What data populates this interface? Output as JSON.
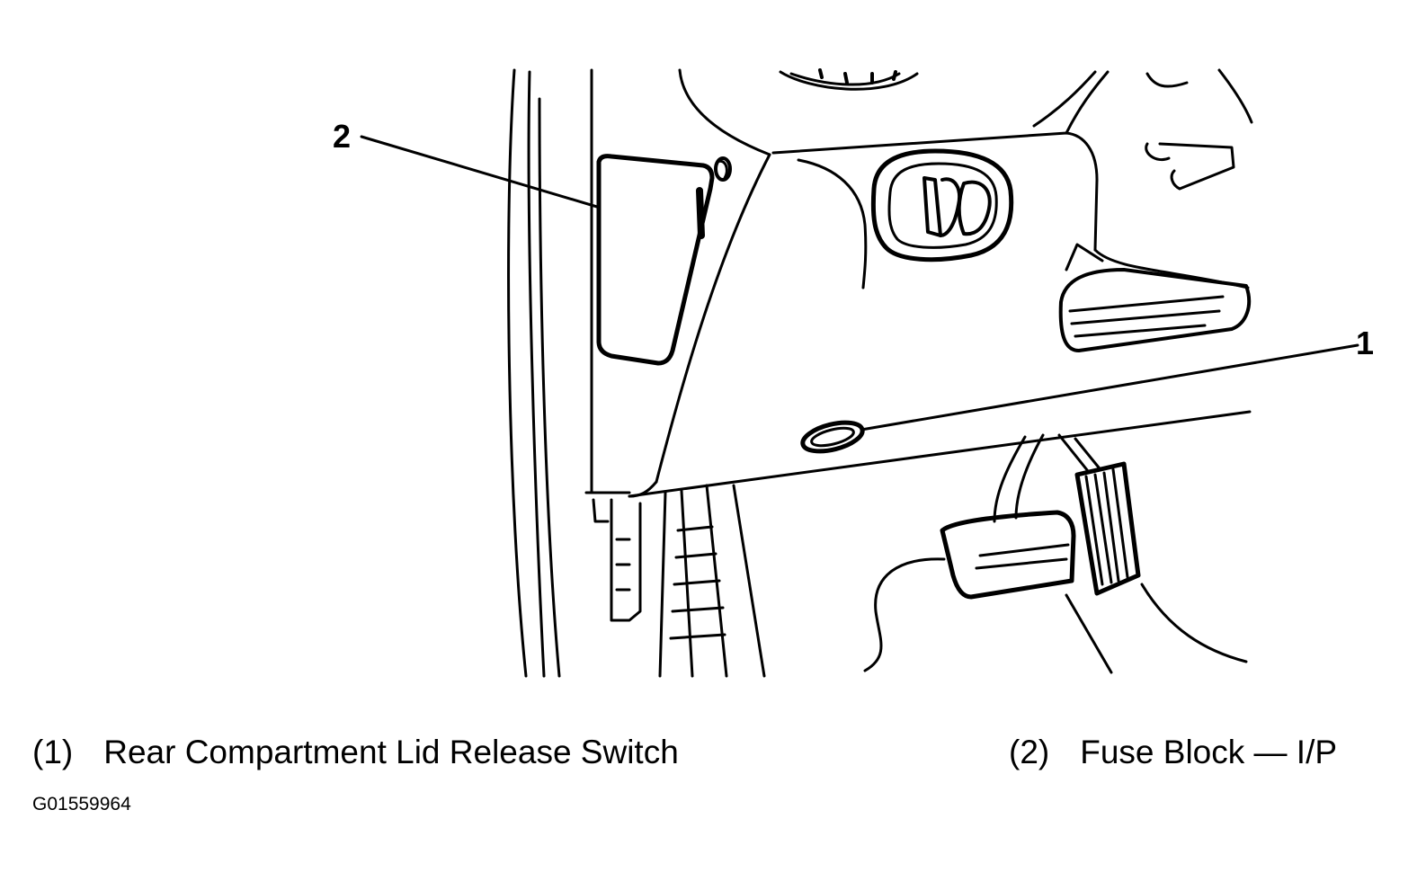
{
  "callouts": {
    "one": "1",
    "two": "2"
  },
  "legend": {
    "item1": {
      "number": "(1)",
      "label": "Rear Compartment Lid Release Switch"
    },
    "item2": {
      "number": "(2)",
      "label": "Fuse Block — I/P"
    }
  },
  "figure_id": "G01559964",
  "colors": {
    "line": "#000000",
    "background": "#ffffff"
  }
}
